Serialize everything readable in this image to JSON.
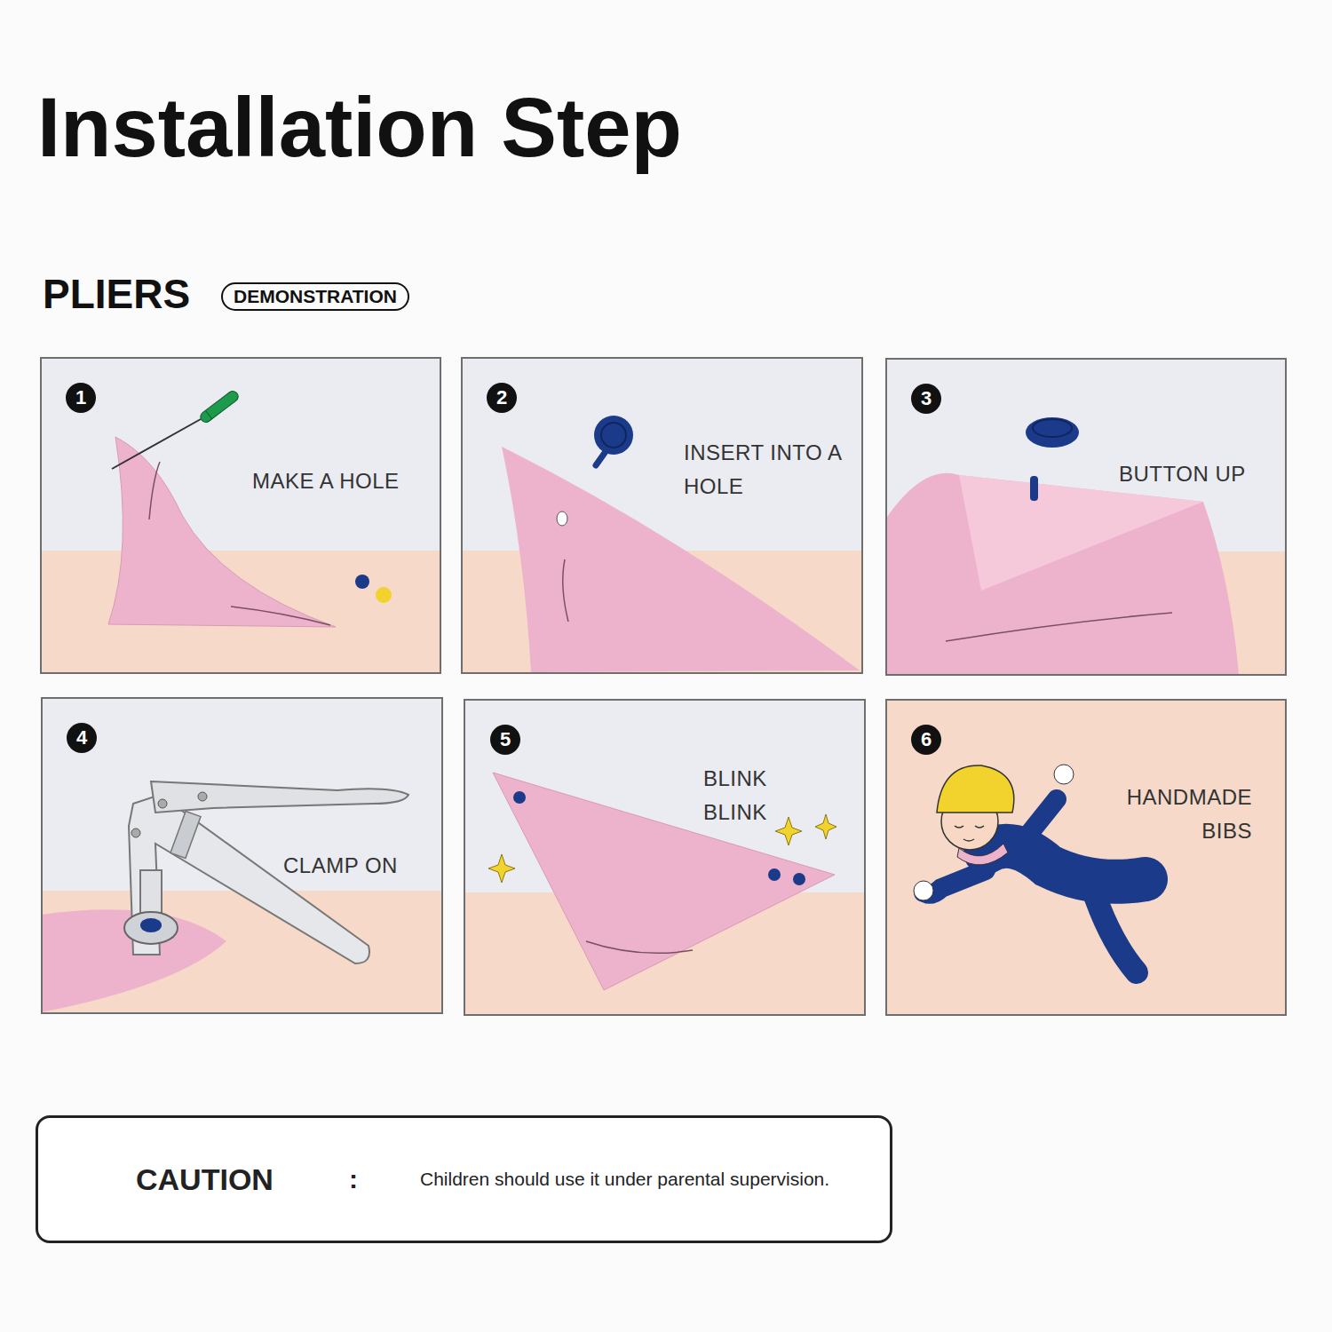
{
  "diagram": {
    "title": "Installation Step",
    "nodes": [
      {
        "text": [
          "DEMONSTRATION"
        ]
      },
      {
        "text": [
          "MAKE A HOLE"
        ]
      },
      {
        "text": [
          "1"
        ],
        "in": 1
      },
      {
        "text": [
          "INSERT INTO A HOLE"
        ]
      },
      {
        "text": [
          "2"
        ],
        "in": 3
      },
      {
        "text": [
          "BUTTON UP"
        ]
      },
      {
        "text": [
          "3"
        ],
        "in": 5
      },
      {
        "text": [
          "CLAMP ON"
        ]
      },
      {
        "text": [
          "4"
        ],
        "in": 7
      },
      {
        "text": [
          "BLINK BLINK"
        ]
      },
      {
        "text": [
          "5"
        ],
        "in": 9
      },
      {
        "text": [
          "HANDMADE BIBS"
        ]
      },
      {
        "text": [
          "6"
        ],
        "in": 11
      },
      {
        "text": [
          "CAUTION",
          ":",
          "Children should use it under parental supervision."
        ]
      }
    ],
    "labels": [
      "PLIERS"
    ]
  }
}
